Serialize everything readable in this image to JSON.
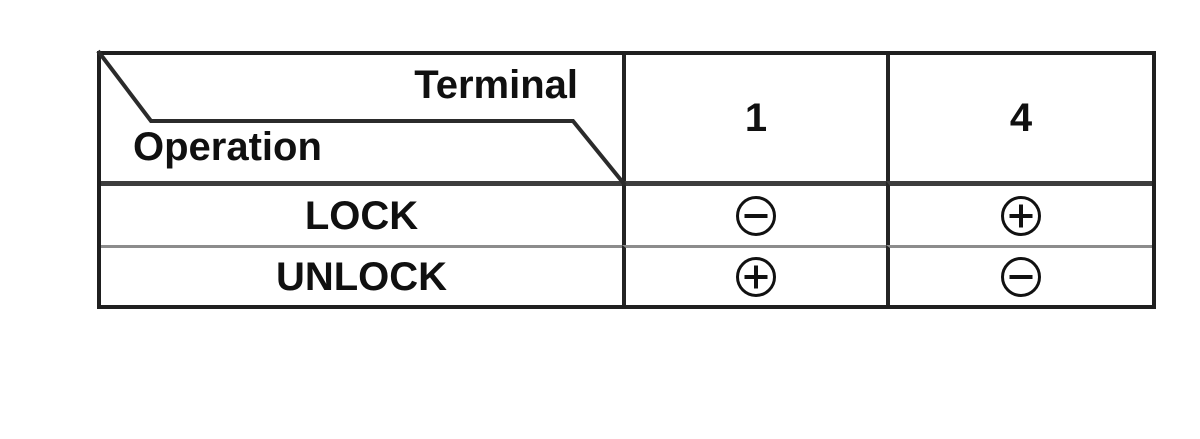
{
  "table": {
    "header": {
      "corner": {
        "terminal_label": "Terminal",
        "operation_label": "Operation"
      },
      "columns": [
        "1",
        "4"
      ]
    },
    "rows": [
      {
        "operation": "LOCK",
        "terminal_1": "minus",
        "terminal_4": "plus"
      },
      {
        "operation": "UNLOCK",
        "terminal_1": "plus",
        "terminal_4": "minus"
      }
    ]
  },
  "colors": {
    "background": "#ffffff",
    "border_dark": "#1f1f1f",
    "grid_light": "#8c8c8c",
    "text": "#101010"
  }
}
